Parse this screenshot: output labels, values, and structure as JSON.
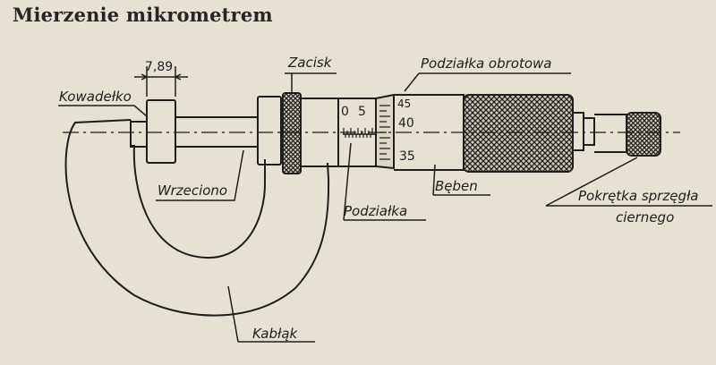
{
  "title": "Mierzenie mikrometrem",
  "dimension": "7,89",
  "labels": {
    "kowadelko": "Kowadełko",
    "zacisk": "Zacisk",
    "podzialka_obrotowa": "Podziałka obrotowa",
    "wrzeciono": "Wrzeciono",
    "podzialka": "Podziałka",
    "beben": "Bęben",
    "pokretka_line1": "Pokrętka sprzęgła",
    "pokretka_line2": "ciernego",
    "kablak": "Kabłąk"
  },
  "sleeve_scale": [
    "0",
    "5"
  ],
  "thimble_scale": [
    "45",
    "40",
    "35"
  ],
  "colors": {
    "paper": "#e7e1d3",
    "ink": "#1e1e1e"
  }
}
